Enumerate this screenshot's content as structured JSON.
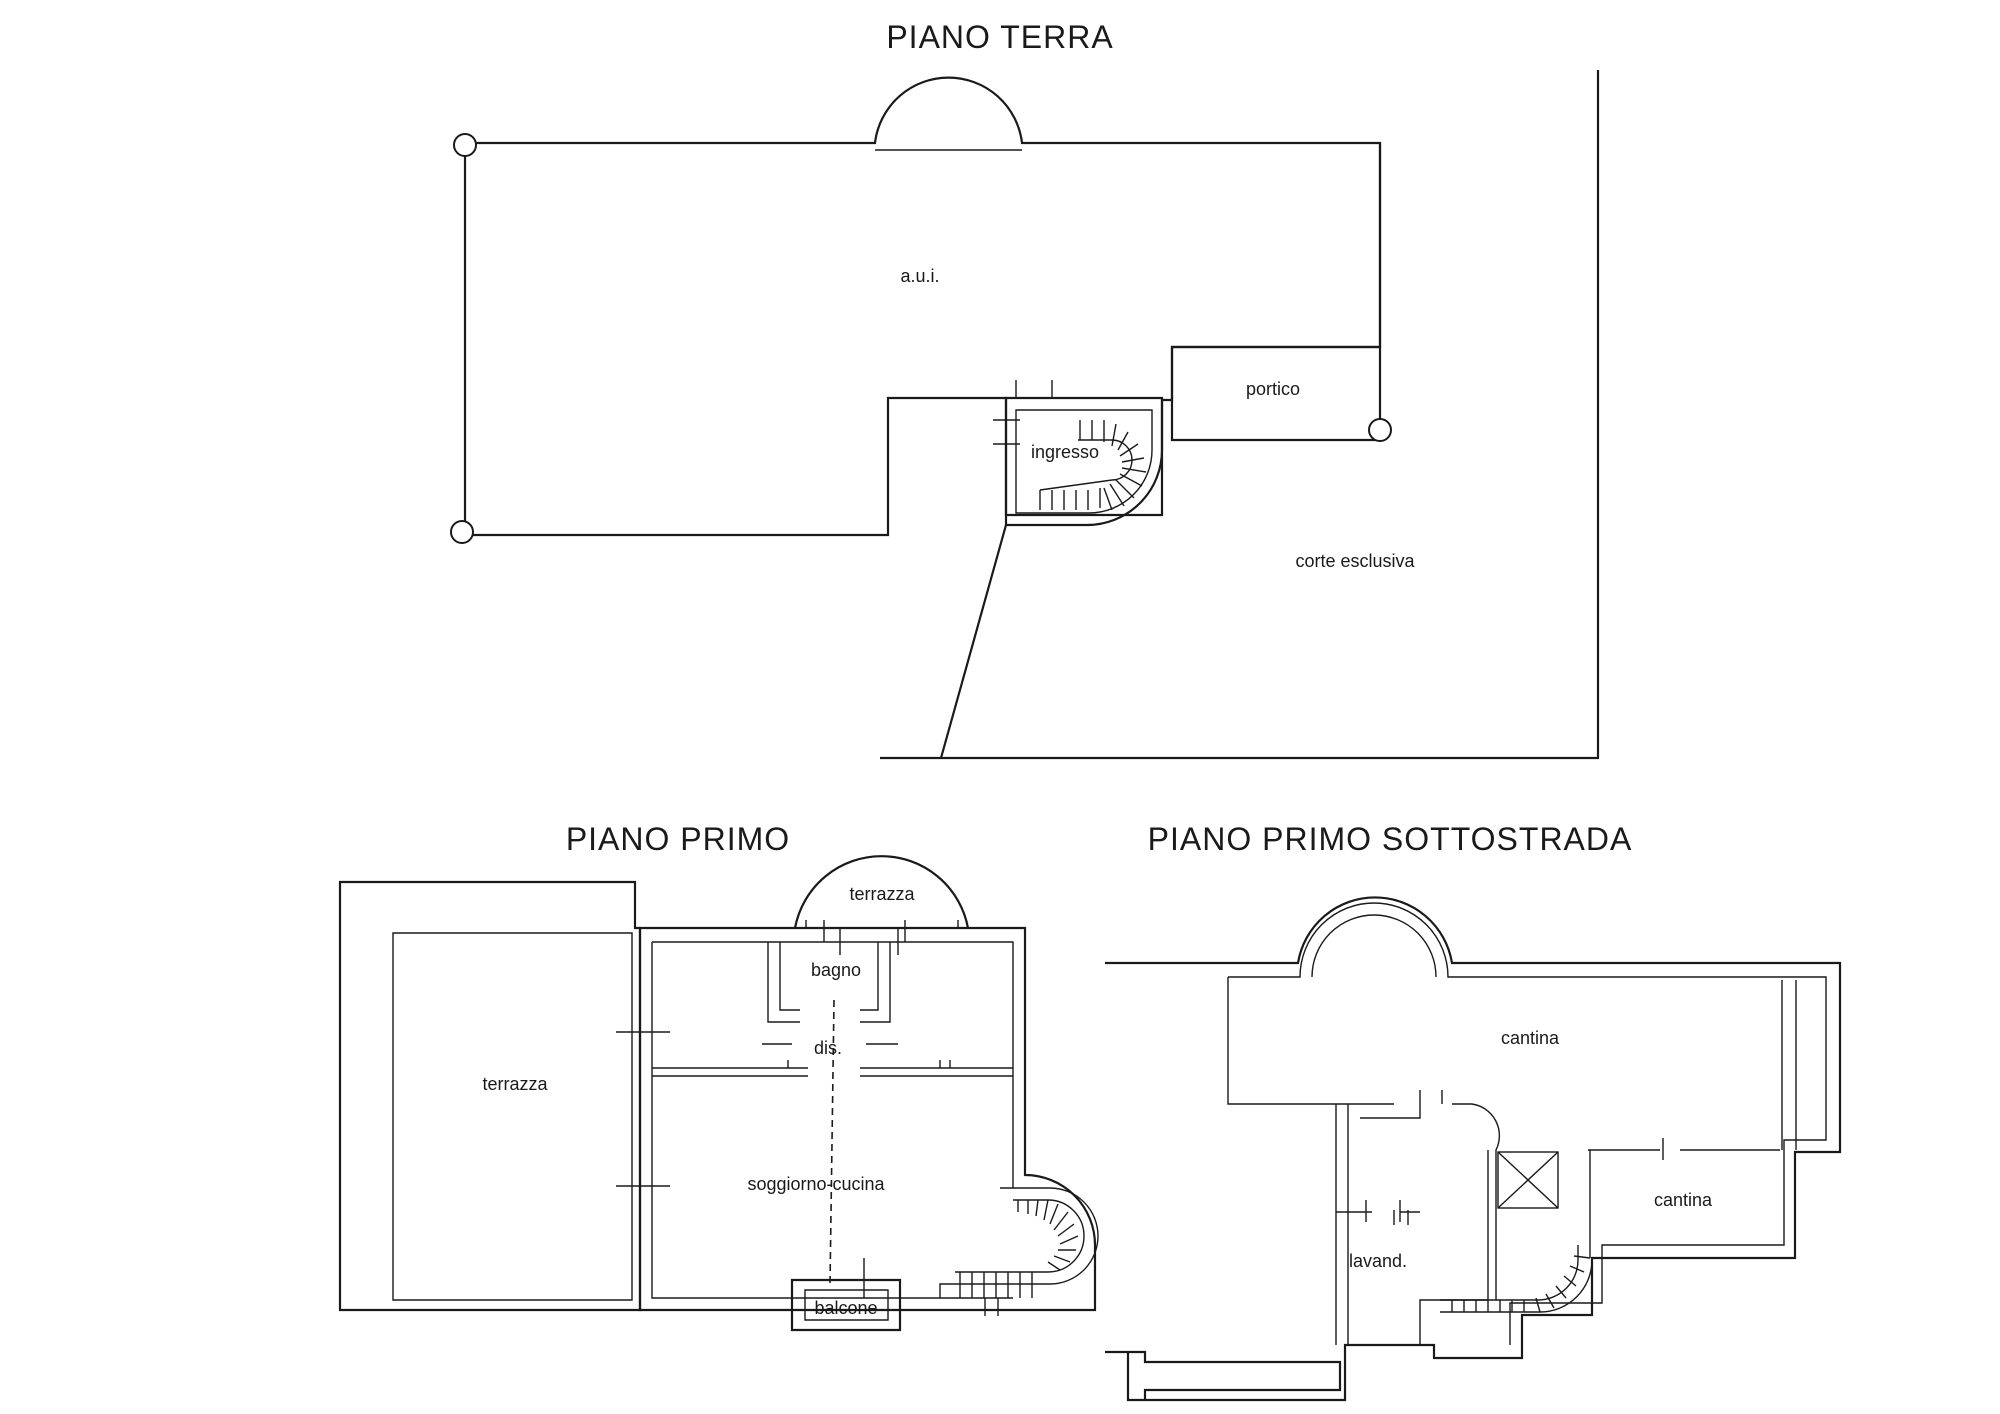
{
  "floors": {
    "ground": {
      "title": "PIANO TERRA",
      "rooms": {
        "aui": "a.u.i.",
        "portico": "portico",
        "ingresso": "ingresso",
        "corte": "corte esclusiva"
      }
    },
    "first": {
      "title": "PIANO PRIMO",
      "rooms": {
        "terrazza_small": "terrazza",
        "bagno": "bagno",
        "dis": "dis.",
        "terrazza_large": "terrazza",
        "soggiorno": "soggiorno-cucina",
        "balcone": "balcone"
      }
    },
    "basement": {
      "title": "PIANO PRIMO SOTTOSTRADA",
      "rooms": {
        "cantina_main": "cantina",
        "cantina_small": "cantina",
        "lavand": "lavand."
      }
    }
  }
}
